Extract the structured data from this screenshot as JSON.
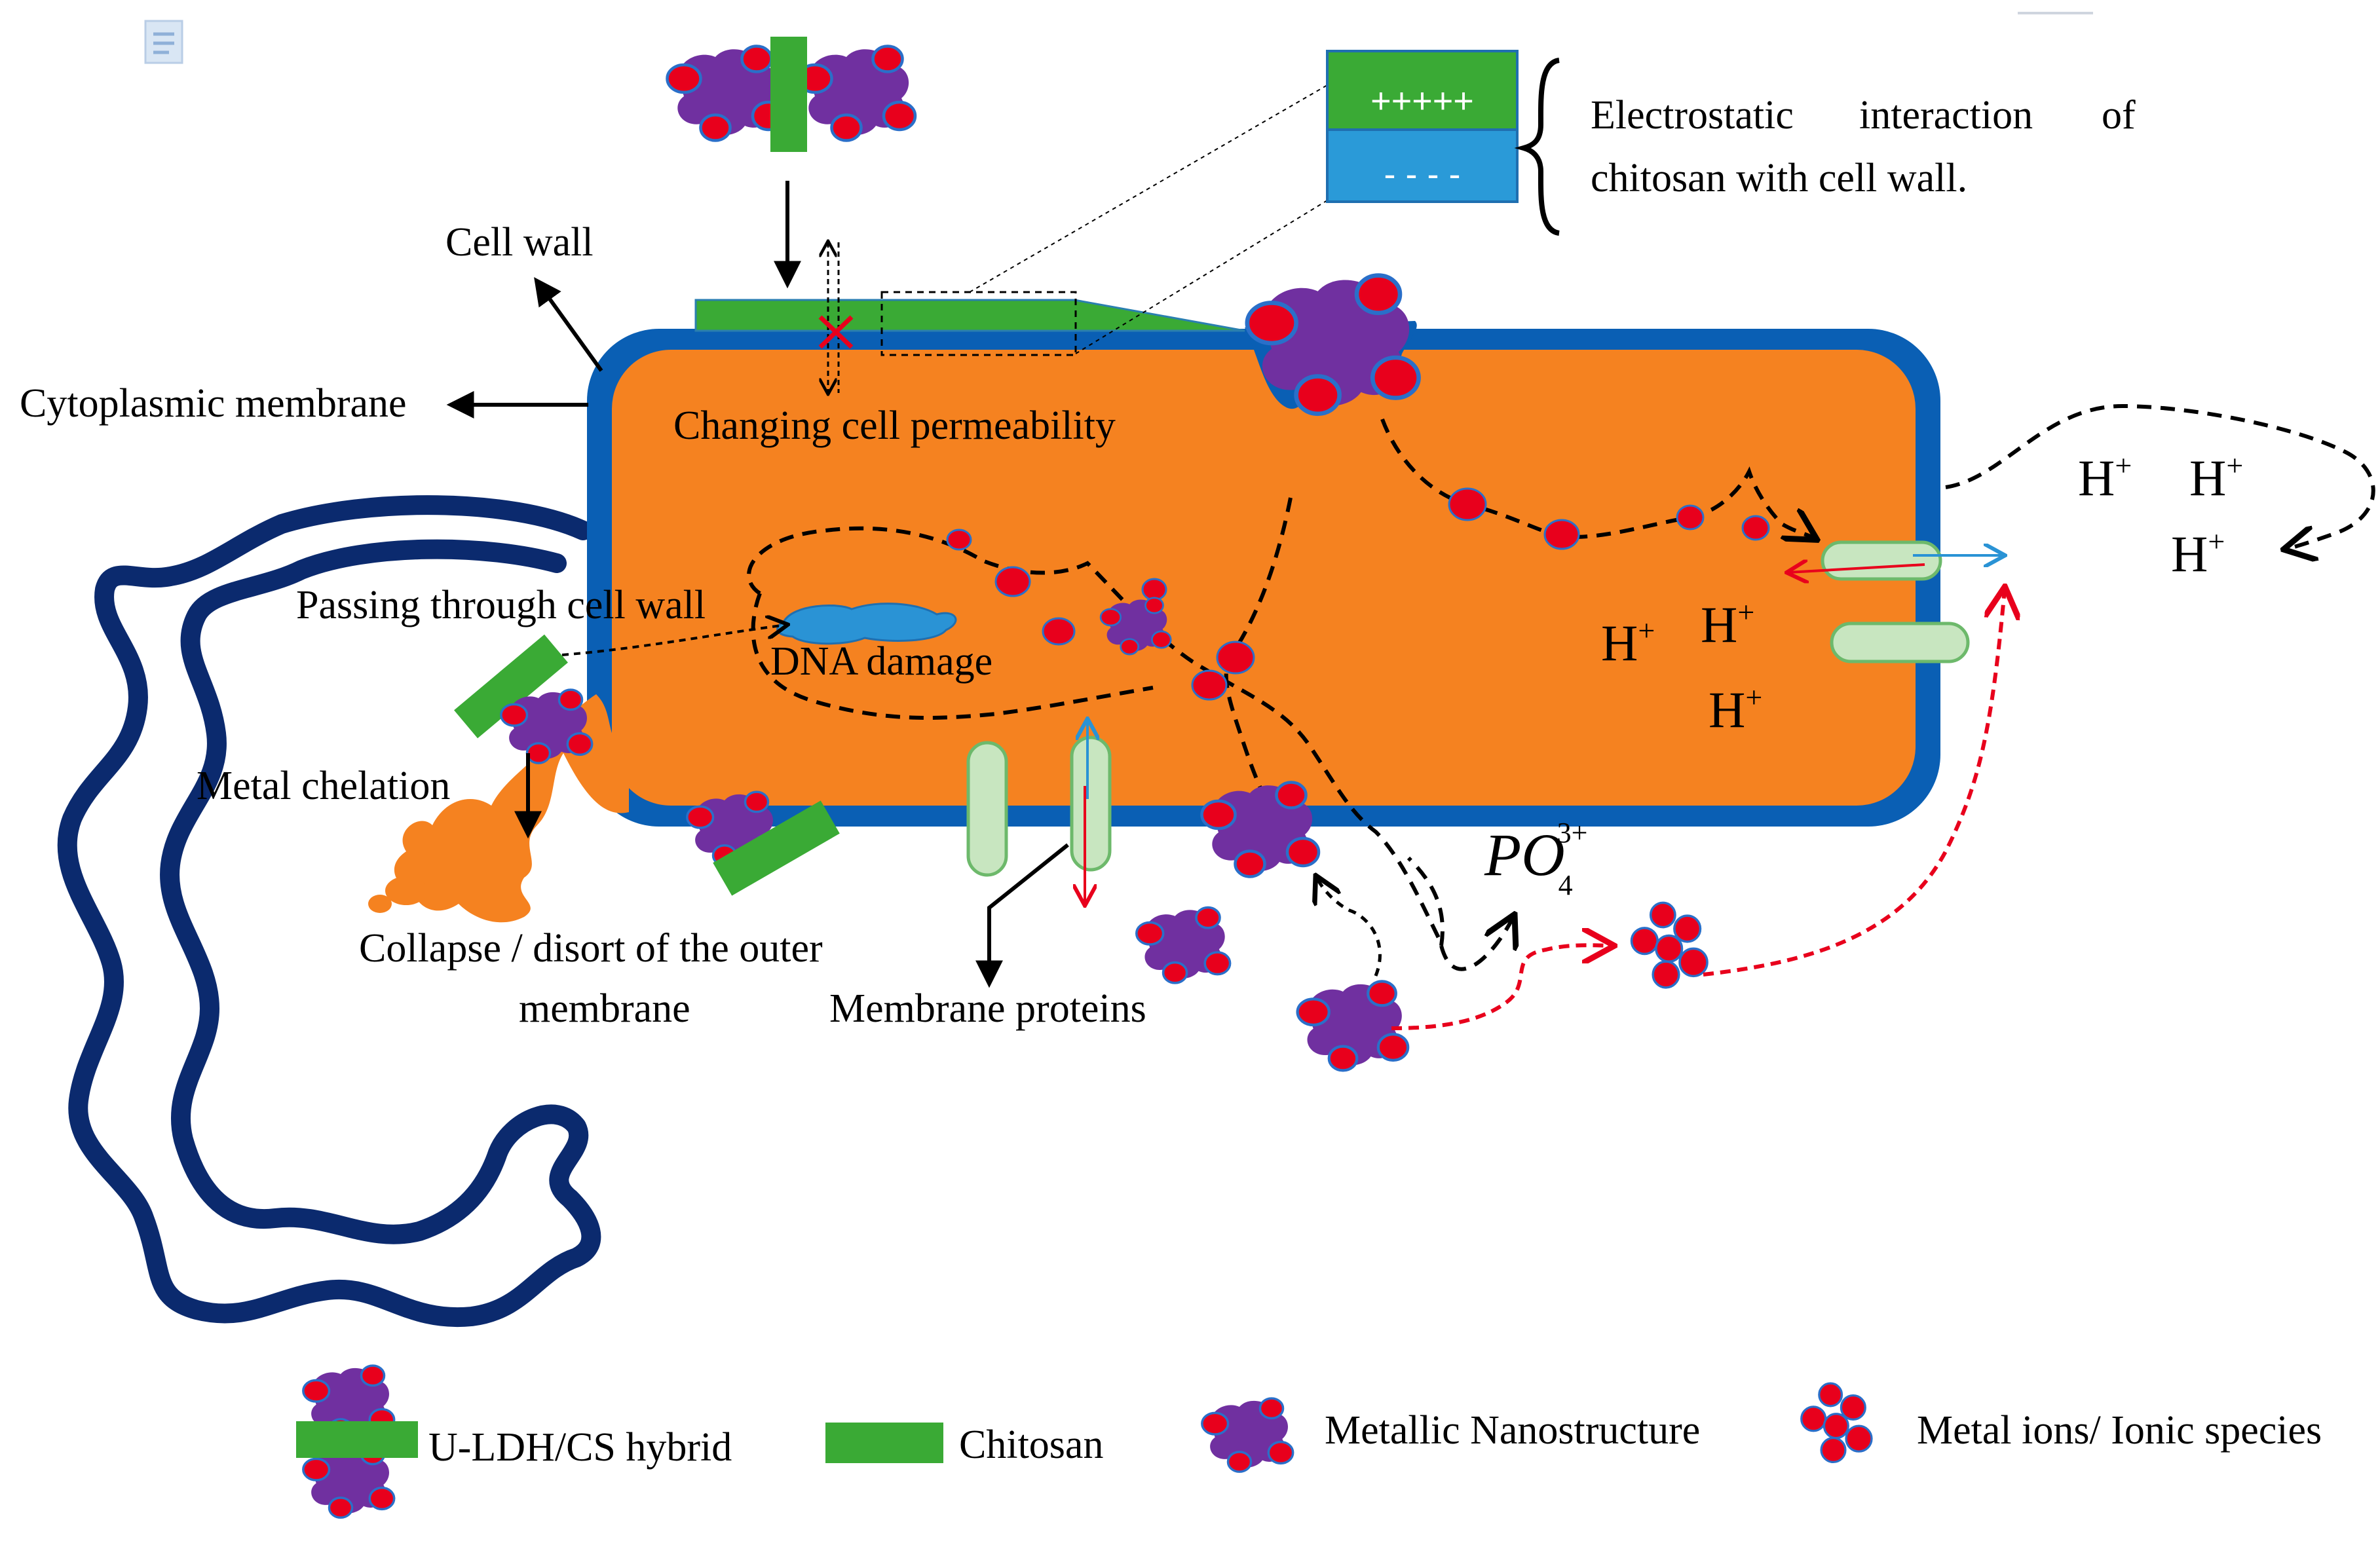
{
  "labels": {
    "cell_wall": "Cell wall",
    "cytoplasmic_membrane": "Cytoplasmic membrane",
    "changing_permeability": "Changing cell permeability",
    "passing_through": "Passing through cell wall",
    "dna_damage": "DNA damage",
    "metal_chelation": "Metal chelation",
    "collapse_line1": "Collapse / disort of the outer",
    "collapse_line2": "membrane",
    "membrane_proteins": "Membrane proteins",
    "phosphate_base": "PO",
    "phosphate_sub": "4",
    "phosphate_sup": "3+"
  },
  "electrostatic": {
    "positive": "+++++",
    "negative": "- - - -",
    "line1_words": [
      "Electrostatic",
      "interaction",
      "of"
    ],
    "line2": "chitosan with cell wall."
  },
  "protons": {
    "base": "H",
    "sup": "+"
  },
  "legend": {
    "hybrid": "U-LDH/CS hybrid",
    "chitosan": "Chitosan",
    "nanostructure": "Metallic Nanostructure",
    "ions": "Metal ions/ Ionic species"
  },
  "colors": {
    "cytoplasm": "#f58220",
    "cell_wall": "#0a5fb4",
    "outer_membrane": "#0b2a6e",
    "chitosan": "#3aaa35",
    "nanoparticle": "#7030a0",
    "ion": "#e8001c",
    "membrane_protein": "#c8e6c0",
    "dna": "#2a93d5"
  },
  "icons": {
    "corner": "document-icon"
  }
}
